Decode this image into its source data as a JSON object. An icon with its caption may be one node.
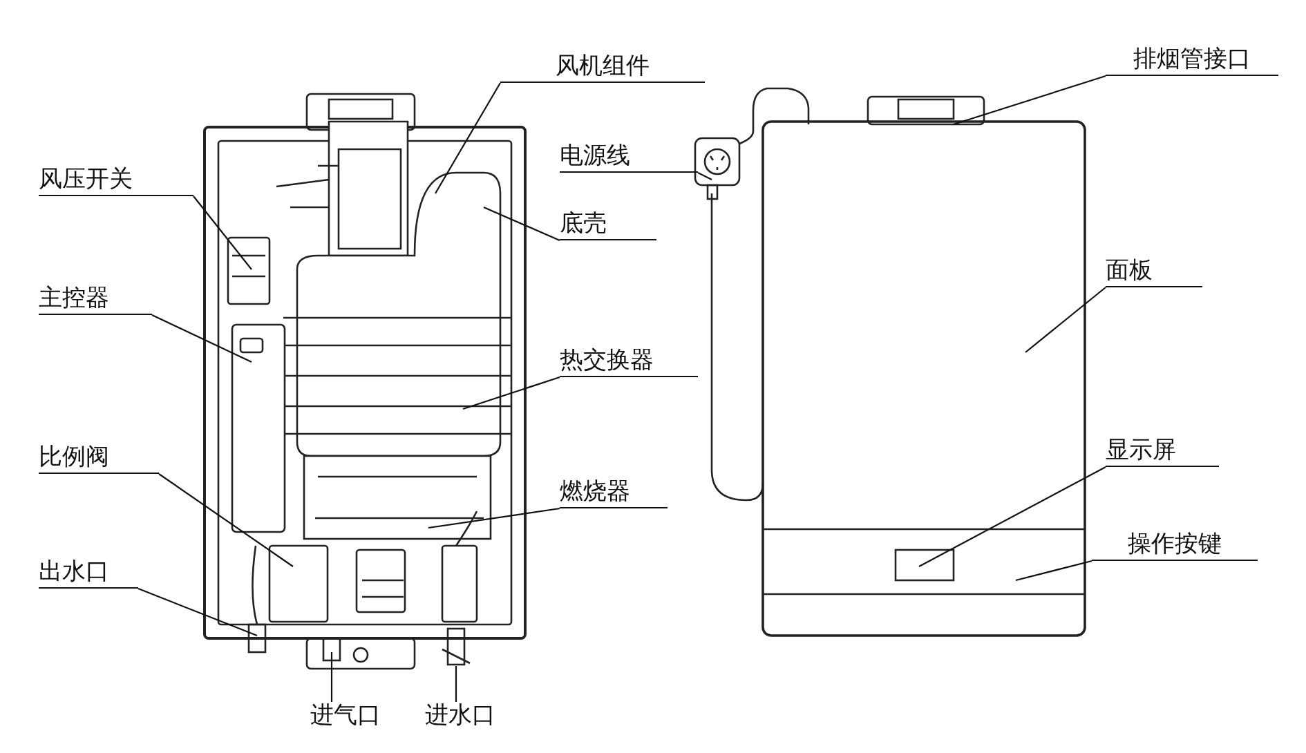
{
  "diagram": {
    "nodes": [
      {
        "text": [
          "风机组件"
        ]
      },
      {
        "text": [
          "风压开关"
        ]
      },
      {
        "text": [
          "电源线"
        ]
      },
      {
        "text": [
          "底壳"
        ]
      },
      {
        "text": [
          "主控器"
        ]
      },
      {
        "text": [
          "热交换器"
        ]
      },
      {
        "text": [
          "比例阀"
        ]
      },
      {
        "text": [
          "燃烧器"
        ]
      },
      {
        "text": [
          "出水口"
        ]
      },
      {
        "text": [
          "进气口"
        ]
      },
      {
        "text": [
          "进水口"
        ]
      },
      {
        "text": [
          "排烟管接口"
        ]
      },
      {
        "text": [
          "面板"
        ]
      },
      {
        "text": [
          "显示屏"
        ]
      },
      {
        "text": [
          "操作按键"
        ]
      }
    ],
    "edges": [
      {
        "from": 0,
        "to": null,
        "arrow": "none"
      },
      {
        "from": 1,
        "to": null,
        "arrow": "none"
      },
      {
        "from": 2,
        "to": null,
        "arrow": "none"
      },
      {
        "from": 3,
        "to": null,
        "arrow": "none"
      },
      {
        "from": 4,
        "to": null,
        "arrow": "none"
      },
      {
        "from": 5,
        "to": null,
        "arrow": "none"
      },
      {
        "from": 6,
        "to": null,
        "arrow": "none"
      },
      {
        "from": 7,
        "to": null,
        "arrow": "none"
      },
      {
        "from": 8,
        "to": null,
        "arrow": "none"
      },
      {
        "from": 9,
        "to": null,
        "arrow": "none"
      },
      {
        "from": 10,
        "to": null,
        "arrow": "none"
      },
      {
        "from": 11,
        "to": null,
        "arrow": "none"
      },
      {
        "from": 12,
        "to": null,
        "arrow": "none"
      },
      {
        "from": 13,
        "to": null,
        "arrow": "none"
      },
      {
        "from": 14,
        "to": null,
        "arrow": "none"
      }
    ]
  }
}
